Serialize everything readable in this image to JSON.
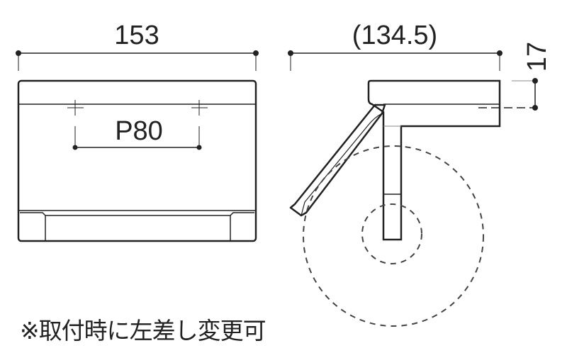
{
  "front_view": {
    "width_dimension": "153",
    "pitch_label": "P80"
  },
  "side_view": {
    "depth_dimension": "(134.5)",
    "height_dimension": "17"
  },
  "note": "※取付時に左差し変更可",
  "colors": {
    "line": "#222222",
    "dashed": "#444444",
    "background": "#ffffff"
  }
}
